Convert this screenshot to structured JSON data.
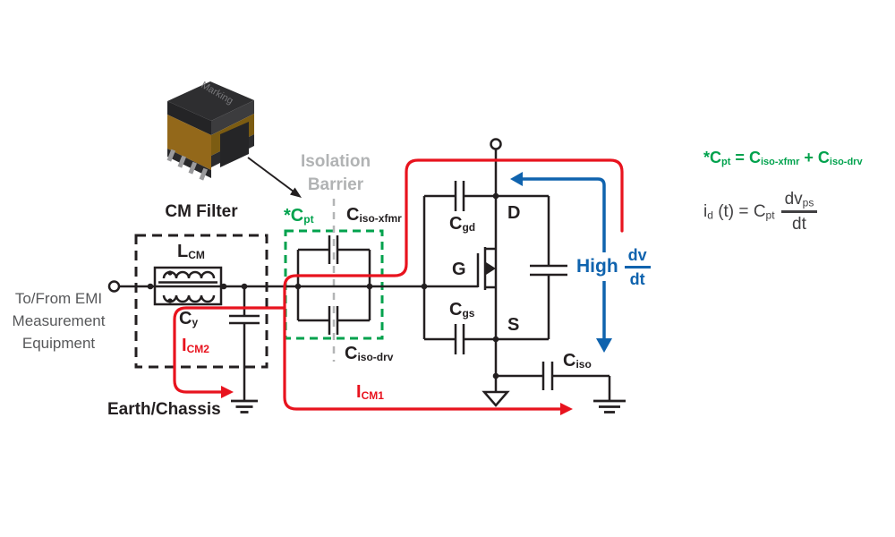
{
  "colors": {
    "circuit_black": "#231f20",
    "current_red": "#e8131e",
    "barrier_green": "#00a24d",
    "dvdt_blue": "#0f63ae",
    "muted_gray": "#b1b3b4",
    "equation_gray": "#414042",
    "equipment_text_gray": "#57585a",
    "transformer_amber": "#93681a"
  },
  "left_section": {
    "equipment_label_line1": "To/From EMI",
    "equipment_label_line2": "Measurement",
    "equipment_label_line3": "Equipment",
    "cm_filter_title": "CM Filter",
    "earth_chassis_label": "Earth/Chassis",
    "lcm": {
      "main": "L",
      "sub": "CM"
    },
    "cy": {
      "main": "C",
      "sub": "y"
    },
    "icm2": {
      "main": "I",
      "sub": "CM2"
    }
  },
  "isolation_section": {
    "barrier_label_line1": "Isolation",
    "barrier_label_line2": "Barrier",
    "cpt": {
      "main": "*C",
      "sub": "pt"
    },
    "ciso_xfmr": {
      "main": "C",
      "sub": "iso-xfmr"
    },
    "ciso_drv": {
      "main": "C",
      "sub": "iso-drv"
    },
    "icm1": {
      "main": "I",
      "sub": "CM1"
    }
  },
  "mosfet_section": {
    "cgd": {
      "main": "C",
      "sub": "gd"
    },
    "cgs": {
      "main": "C",
      "sub": "gs"
    },
    "drain_label": "D",
    "gate_label": "G",
    "source_label": "S",
    "ciso": {
      "main": "C",
      "sub": "iso"
    },
    "high_label": "High",
    "dvdt_numerator": "dv",
    "dvdt_denominator": "dt"
  },
  "transformer": {
    "marking_text": "Marking"
  },
  "equations": {
    "cpt_equation": {
      "lhs_main": "*C",
      "lhs_sub": "pt",
      "equals": "=",
      "term1_main": "C",
      "term1_sub": "iso-xfmr",
      "plus": "+",
      "term2_main": "C",
      "term2_sub": "iso-drv"
    },
    "id_equation": {
      "i_main": "i",
      "i_sub": "d",
      "arg": "(t)",
      "equals": "=",
      "c_main": "C",
      "c_sub": "pt",
      "numerator_main": "dv",
      "numerator_sub": "ps",
      "denominator": "dt"
    }
  }
}
